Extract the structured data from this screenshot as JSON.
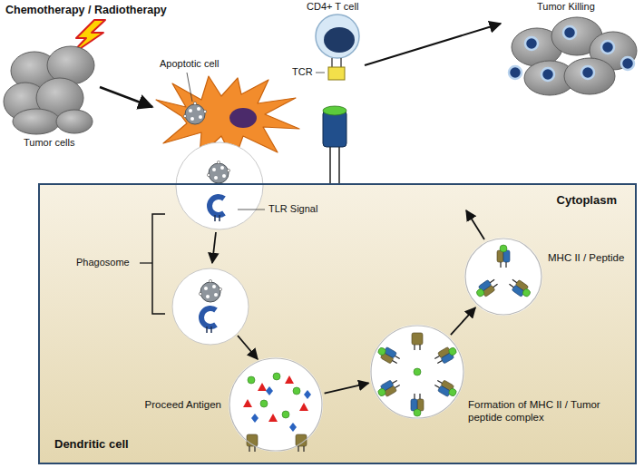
{
  "diagram": {
    "nodes": [
      {
        "text": [
          "Cytoplasm",
          "Dendritic cell"
        ]
      },
      {
        "text": [
          "Proceed Antigen"
        ],
        "in": 0
      },
      {
        "text": [
          "Formation of MHC II / Tumor peptide complex"
        ],
        "in": 0
      },
      {
        "text": [
          "MHC II / Peptide"
        ],
        "in": 0
      }
    ],
    "edges": [
      {
        "from": 1,
        "to": 2,
        "arrow": "to"
      },
      {
        "from": 2,
        "to": 3,
        "arrow": "to"
      }
    ],
    "labels": [
      "Chemotherapy / Radiotherapy",
      "Tumor cells",
      "Apoptotic cell",
      "CD4+ T cell",
      "TCR",
      "Tumor Killing",
      "TLR Signal",
      "Phagosome"
    ]
  }
}
